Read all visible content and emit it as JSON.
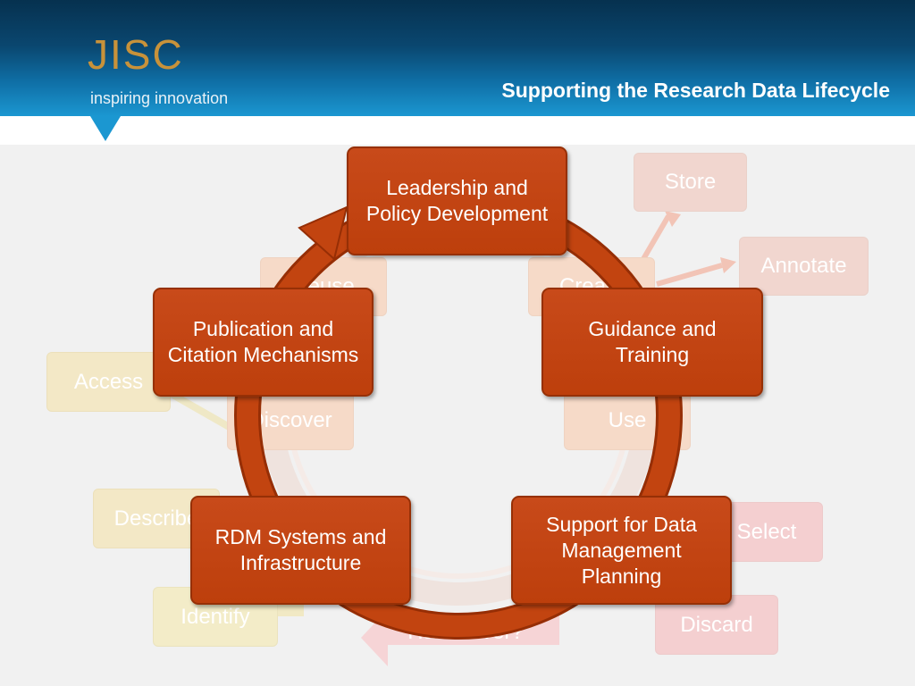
{
  "header": {
    "logo_text": "JISC",
    "tagline": "inspiring innovation",
    "title": "Supporting the Research Data Lifecycle"
  },
  "background_stages": {
    "store": "Store",
    "annotate": "Annotate",
    "reuse": "Reuse",
    "create": "Create",
    "access": "Access",
    "discover": "Discover",
    "use": "Use",
    "describe": "Describe",
    "select": "Select",
    "identify": "Identify",
    "hand_over": "Hand Over?",
    "discard": "Discard"
  },
  "cycle_boxes": {
    "leadership": "Leadership and Policy Development",
    "guidance": "Guidance and Training",
    "support": "Support for Data Management Planning",
    "rdm": "RDM Systems and Infrastructure",
    "publication": "Publication and Citation Mechanisms"
  },
  "colors": {
    "header_dark": "#06314f",
    "header_light": "#1b97d1",
    "box_fill": "#c24410",
    "box_border": "#963006",
    "ring": "#c24410"
  }
}
